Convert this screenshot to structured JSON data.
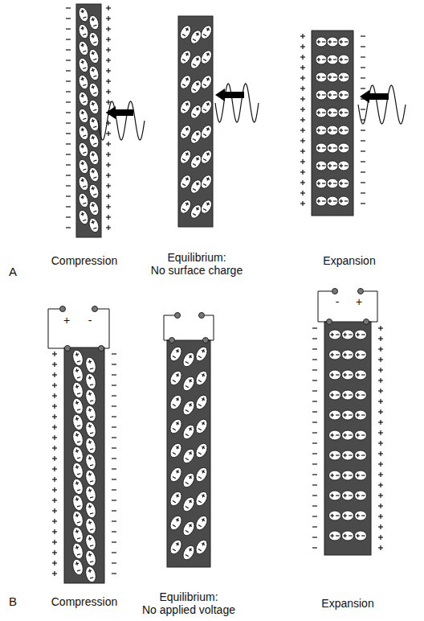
{
  "diagram": {
    "labels": [
      "Compression",
      "Equilibrium: No surface charge",
      "Expansion",
      "A",
      "+",
      "-",
      "Compression",
      "Equilibrium: No applied voltage",
      "Expansion",
      "-",
      "+",
      "B"
    ]
  }
}
